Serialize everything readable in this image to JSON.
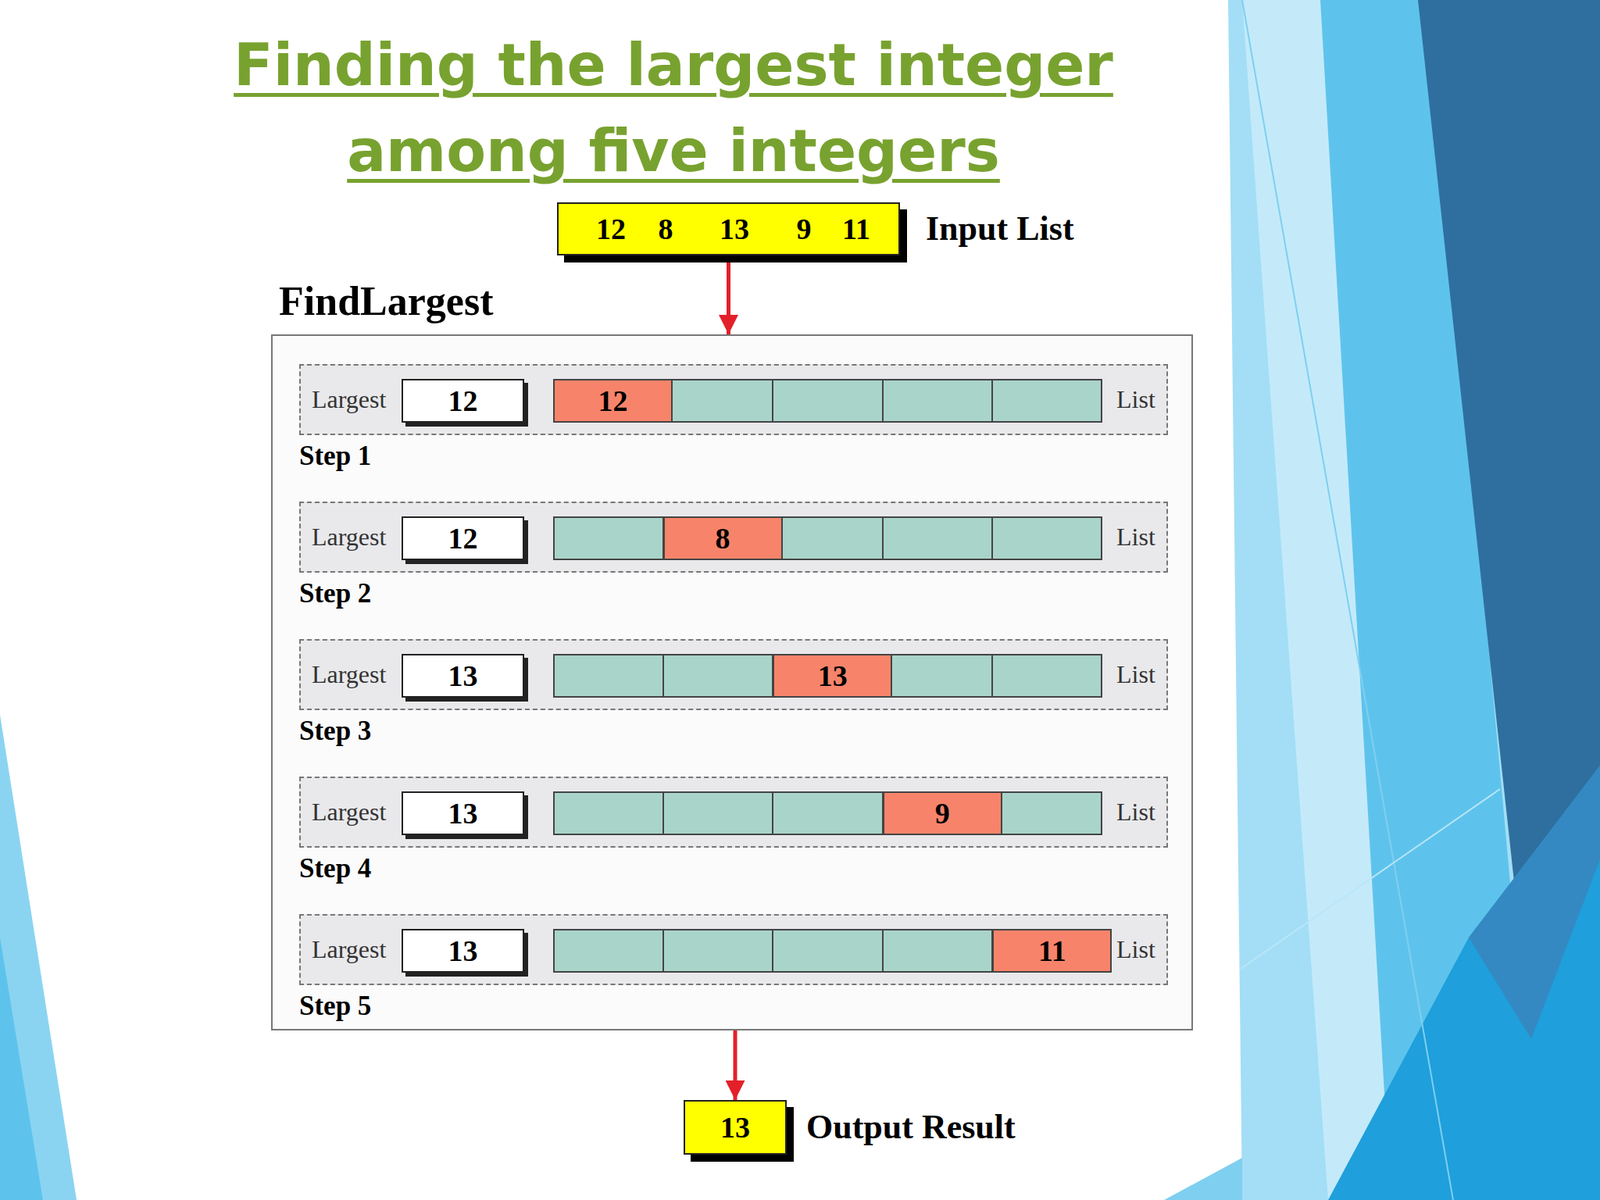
{
  "diagram": {
    "title": "Finding the largest integer among five integers",
    "nodes": [
      {
        "text": [
          "12",
          "8",
          "13",
          "9",
          "11",
          "Input List"
        ]
      },
      {
        "text": [
          "FindLargest"
        ]
      },
      {
        "text": [
          "Largest",
          "List",
          "Step 1"
        ],
        "in": 1
      },
      {
        "text": [
          "12"
        ],
        "in": 2
      },
      {
        "text": [
          "12"
        ],
        "in": 2
      },
      {
        "text": [
          "Largest",
          "List",
          "Step 2"
        ],
        "in": 1
      },
      {
        "text": [
          "12"
        ],
        "in": 5
      },
      {
        "text": [
          "8"
        ],
        "in": 5
      },
      {
        "text": [
          "Largest",
          "List",
          "Step 3"
        ],
        "in": 1
      },
      {
        "text": [
          "13"
        ],
        "in": 8
      },
      {
        "text": [
          "13"
        ],
        "in": 8
      },
      {
        "text": [
          "Largest",
          "List",
          "Step 4"
        ],
        "in": 1
      },
      {
        "text": [
          "13"
        ],
        "in": 11
      },
      {
        "text": [
          "9"
        ],
        "in": 11
      },
      {
        "text": [
          "Largest",
          "List",
          "Step 5"
        ],
        "in": 1
      },
      {
        "text": [
          "13"
        ],
        "in": 14
      },
      {
        "text": [
          "11"
        ],
        "in": 14
      },
      {
        "text": [
          "13",
          "Output Result"
        ]
      }
    ],
    "edges": [
      {
        "from": 0,
        "to": 1,
        "arrow": "to"
      },
      {
        "from": 1,
        "to": 17,
        "arrow": "to"
      }
    ]
  }
}
